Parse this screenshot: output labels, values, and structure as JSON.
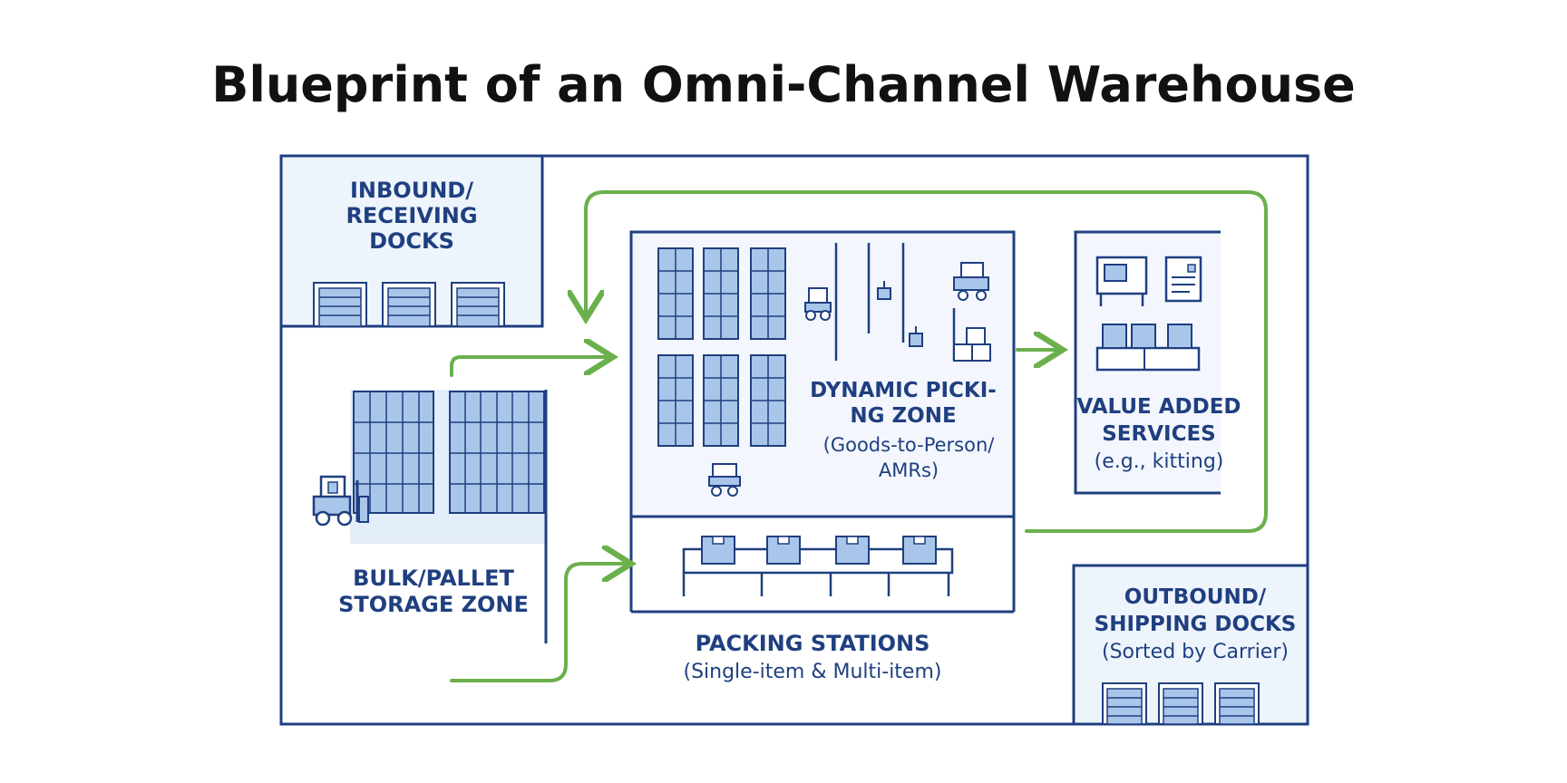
{
  "title": "Blueprint of an Omni-Channel Warehouse",
  "colors": {
    "outline": "#1f3f80",
    "fill": "#a9c6ea",
    "zone_bg": "#eef4fc",
    "flow_arrow": "#6ab04c"
  },
  "zones": {
    "inbound": {
      "line1": "INBOUND/",
      "line2": "RECEIVING",
      "line3": "DOCKS"
    },
    "bulk": {
      "line1": "BULK/PALLET",
      "line2": "STORAGE ZONE"
    },
    "picking": {
      "line1": "DYNAMIC PICKI-",
      "line2": "NG ZONE",
      "line3": "(Goods-to-Person/",
      "line4": "AMRs)"
    },
    "value_added": {
      "line1": "VALUE ADDED",
      "line2": "SERVICES",
      "line3": "(e.g., kitting)"
    },
    "packing": {
      "line1": "PACKING STATIONS",
      "line2": "(Single-item & Multi-item)"
    },
    "outbound": {
      "line1": "OUTBOUND/",
      "line2": "SHIPPING DOCKS",
      "line3": "(Sorted by Carrier)"
    }
  },
  "icons": [
    "dock-door-icon",
    "rack-icon",
    "forklift-icon",
    "amr-robot-icon",
    "workstation-icon",
    "document-icon",
    "box-icon",
    "conveyor-icon",
    "flow-arrow-icon"
  ]
}
